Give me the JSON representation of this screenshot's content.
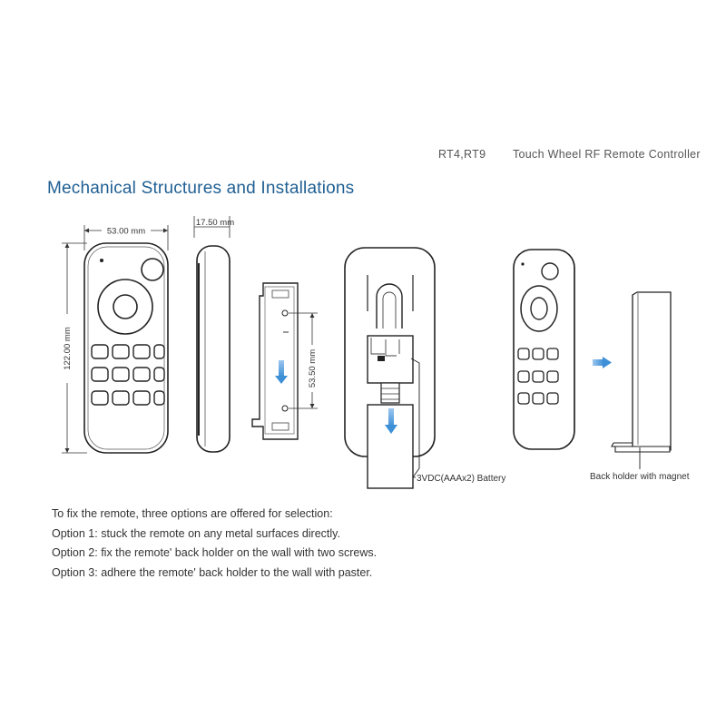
{
  "header": {
    "model": "RT4,RT9",
    "product": "Touch Wheel RF Remote Controller"
  },
  "section_title": "Mechanical Structures and Installations",
  "dimensions": {
    "width": "53.00 mm",
    "thickness": "17.50 mm",
    "height": "122.00 mm",
    "screw_spacing": "53.50 mm"
  },
  "captions": {
    "battery": "3VDC(AAAx2) Battery",
    "holder": "Back holder with magnet"
  },
  "instructions": {
    "intro": "To fix the remote, three options are offered for selection:",
    "option1": "Option 1: stuck the remote on any metal surfaces directly.",
    "option2": "Option 2: fix the remote' back holder on the wall with two screws.",
    "option3": "Option 3: adhere the remote' back holder to the wall with paster."
  },
  "colors": {
    "accent_title": "#1f5f93",
    "arrow_blue": "#3d8fd6"
  },
  "icons": {
    "blue_arrow": "arrow-icon"
  }
}
